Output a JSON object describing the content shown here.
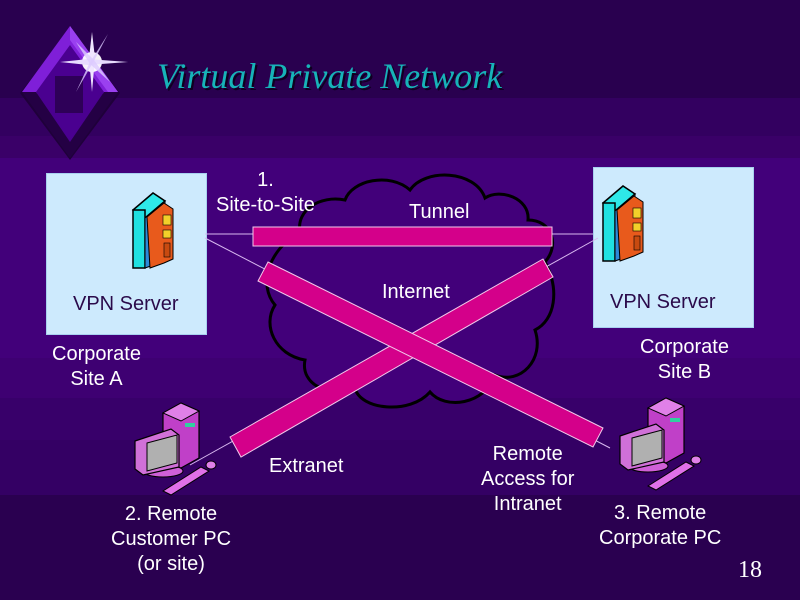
{
  "slide": {
    "title": "Virtual Private Network",
    "slide_number": "18"
  },
  "colors": {
    "title": "#17b3b8",
    "tunnel_bar": "#d4008a",
    "site_box": "#cdeafd",
    "background": "#42007a",
    "cloud_outline": "#000000"
  },
  "diagram": {
    "cloud_label": "Internet",
    "site_a": {
      "server_label": "VPN Server",
      "site_label_line1": "Corporate",
      "site_label_line2": "Site A",
      "icon": "server-tower-icon"
    },
    "site_b": {
      "server_label": "VPN Server",
      "site_label_line1": "Corporate",
      "site_label_line2": "Site B",
      "icon": "server-tower-icon"
    },
    "tunnels": [
      {
        "id": "site-to-site",
        "label_line1": "1.",
        "label_line2": "Site-to-Site",
        "bar_label": "Tunnel"
      },
      {
        "id": "extranet",
        "label": "Extranet"
      },
      {
        "id": "remote-access",
        "label_line1": "Remote",
        "label_line2": "Access for",
        "label_line3": "Intranet"
      }
    ],
    "remote_customer": {
      "label_line1": "2. Remote",
      "label_line2": "Customer PC",
      "label_line3": "(or site)",
      "icon": "desktop-pc-icon"
    },
    "remote_corporate": {
      "label_line1": "3. Remote",
      "label_line2": "Corporate PC",
      "icon": "desktop-pc-icon"
    }
  }
}
